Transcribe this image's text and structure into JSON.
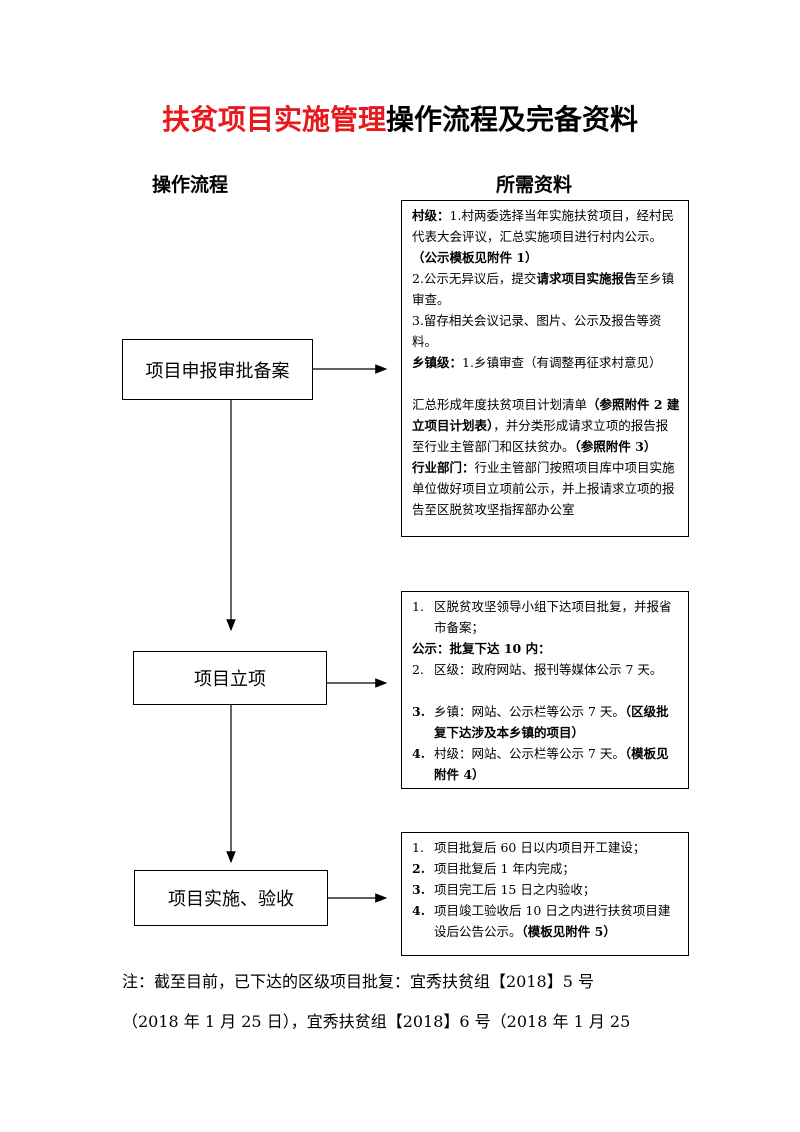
{
  "title": {
    "red_part": "扶贫项目实施管理",
    "black_part": "操作流程及完备资料"
  },
  "headers": {
    "left": "操作流程",
    "right": "所需资料"
  },
  "steps": [
    {
      "label": "项目申报审批备案"
    },
    {
      "label": "项目立项"
    },
    {
      "label": "项目实施、验收"
    }
  ],
  "box1": {
    "l1a": "村级：",
    "l1b": "1.村两委选择当年实施扶贫项目，经村民代表大会评议，汇总实施项目进行村内公示。",
    "l1c": "（公示模板见附件 1）",
    "l2a": "2.公示无异议后，提交",
    "l2b": "请求项目实施报告",
    "l2c": "至乡镇审查。",
    "l3": "3.留存相关会议记录、图片、公示及报告等资料。",
    "l4a": "乡镇级：",
    "l4b": "1.乡镇审查（有调整再征求村意见）",
    "l5a": "汇总形成年度扶贫项目计划清单",
    "l5b": "（参照附件 2 建立项目计划表）",
    "l5c": "，并分类形成请求立项的报告报至行业主管部门和区扶贫办。",
    "l5d": "（参照附件 3）",
    "l6a": "行业部门：",
    "l6b": "行业主管部门按照项目库中项目实施单位做好项目立项前公示，并上报请求立项的报告至区脱贫攻坚指挥部办公室"
  },
  "box2": {
    "i1n": "1.",
    "i1": "区脱贫攻坚领导小组下达项目批复，并报省市备案；",
    "pub": "公示：批复下达 10 内：",
    "i2n": "2.",
    "i2": "区级：政府网站、报刊等媒体公示 7 天。",
    "i3n": "3.",
    "i3a": "乡镇：网站、公示栏等公示 7 天。",
    "i3b": "（区级批复下达涉及本乡镇的项目）",
    "i4n": "4.",
    "i4a": "村级：网站、公示栏等公示 7 天。",
    "i4b": "（模板见附件 4）"
  },
  "box3": {
    "i1n": "1.",
    "i1": "项目批复后 60 日以内项目开工建设；",
    "i2n": "2.",
    "i2": "项目批复后 1 年内完成；",
    "i3n": "3.",
    "i3": "项目完工后 15 日之内验收；",
    "i4n": "4.",
    "i4a": "项目竣工验收后 10 日之内进行扶贫项目建设后公告公示。",
    "i4b": "（模板见附件 5）"
  },
  "note": {
    "line1": "注：截至目前，已下达的区级项目批复：宜秀扶贫组【2018】5 号",
    "line2": "（2018 年 1 月 25 日），宜秀扶贫组【2018】6 号（2018 年 1 月 25"
  }
}
